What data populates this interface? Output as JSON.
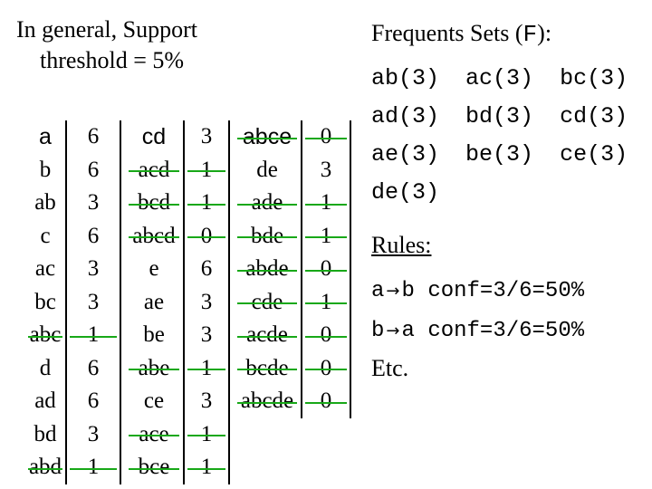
{
  "heading_left": {
    "line1": "In general, Support",
    "line2": "threshold = 5%"
  },
  "heading_right": {
    "prefix": "Frequents Sets (",
    "symbol": "F",
    "suffix": "):"
  },
  "frequent_sets": [
    [
      "ab(3)",
      "ac(3)",
      "bc(3)"
    ],
    [
      "ad(3)",
      "bd(3)",
      "cd(3)"
    ],
    [
      "ae(3)",
      "be(3)",
      "ce(3)"
    ],
    [
      "de(3)"
    ]
  ],
  "rules_title": "Rules:",
  "rules": [
    {
      "lhs": "a",
      "arrow": "→",
      "rhs": "b",
      "conf": "conf=3/6=50%"
    },
    {
      "lhs": "b",
      "arrow": "→",
      "rhs": "a",
      "conf": "conf=3/6=50%"
    }
  ],
  "etc": "Etc.",
  "line_color": "#18a818",
  "table_columns": [
    {
      "items": [
        "a",
        "b",
        "ab",
        "c",
        "ac",
        "bc",
        "abc",
        "d",
        "ad",
        "bd",
        "abd"
      ],
      "counts": [
        "6",
        "6",
        "3",
        "6",
        "3",
        "3",
        "1",
        "6",
        "6",
        "3",
        "1"
      ],
      "pruned": [
        false,
        false,
        false,
        false,
        false,
        false,
        true,
        false,
        false,
        false,
        true
      ]
    },
    {
      "items": [
        "cd",
        "acd",
        "bcd",
        "abcd",
        "e",
        "ae",
        "be",
        "abe",
        "ce",
        "ace",
        "bce"
      ],
      "counts": [
        "3",
        "1",
        "1",
        "0",
        "6",
        "3",
        "3",
        "1",
        "3",
        "1",
        "1"
      ],
      "pruned": [
        false,
        true,
        true,
        true,
        false,
        false,
        false,
        true,
        false,
        true,
        true
      ]
    },
    {
      "items": [
        "abce",
        "de",
        "ade",
        "bde",
        "abde",
        "cde",
        "acde",
        "bcde",
        "abcde"
      ],
      "counts": [
        "0",
        "3",
        "1",
        "1",
        "0",
        "1",
        "0",
        "0",
        "0"
      ],
      "pruned": [
        true,
        false,
        true,
        true,
        true,
        true,
        true,
        true,
        true
      ]
    }
  ]
}
